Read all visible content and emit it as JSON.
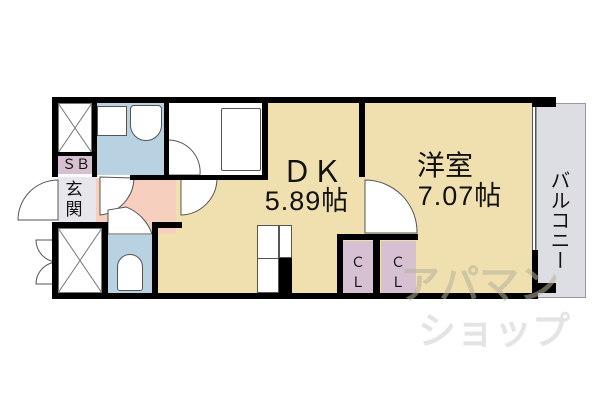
{
  "floorplan": {
    "rooms": {
      "dk": {
        "name": "ＤＫ",
        "area": "5.89帖"
      },
      "western_room": {
        "name": "洋室",
        "area": "7.07帖"
      },
      "balcony": {
        "name": "バルコニー"
      },
      "entrance": {
        "name": "玄関"
      },
      "shoe_box": {
        "name": "ＳＢ"
      },
      "closet_1": {
        "name": "ＣＬ"
      },
      "closet_2": {
        "name": "ＣＬ"
      }
    },
    "colors": {
      "living": "#f0e0b0",
      "wet_area": "#b8d2e2",
      "hall": "#f6cfbf",
      "storage": "#d6c0d2",
      "balcony": "#dddde4",
      "wall": "#000000"
    }
  },
  "watermark": {
    "line1": "アパマン",
    "line2": "ショップ"
  }
}
